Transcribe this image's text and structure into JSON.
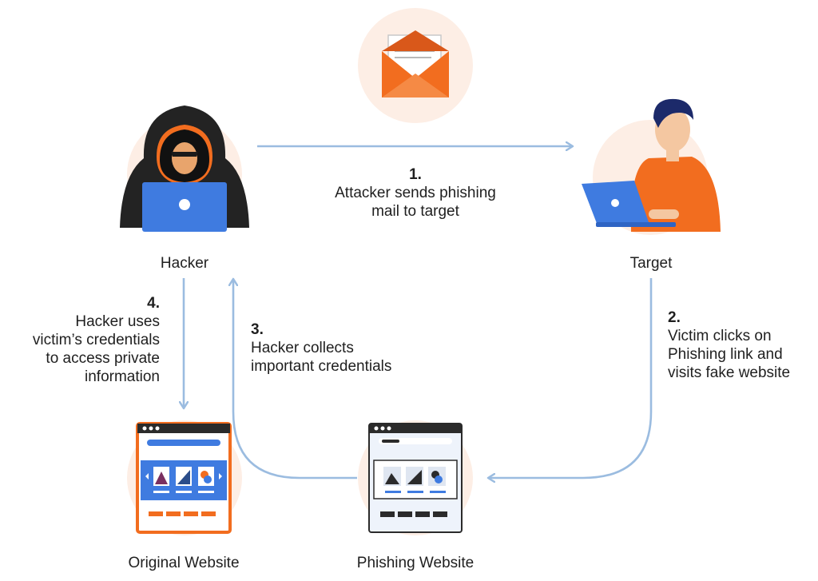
{
  "nodes": {
    "hacker": "Hacker",
    "target": "Target",
    "original": "Original Website",
    "phishing": "Phishing Website"
  },
  "steps": [
    {
      "num": "1.",
      "text": [
        "Attacker sends phishing",
        "mail to target"
      ]
    },
    {
      "num": "2.",
      "text": [
        "Victim clicks on",
        "Phishing link and",
        "visits fake website"
      ]
    },
    {
      "num": "3.",
      "text": [
        "Hacker collects",
        "important credentials"
      ]
    },
    {
      "num": "4.",
      "text": [
        "Hacker uses",
        "victim’s credentials",
        "to access private",
        "information"
      ]
    }
  ],
  "colors": {
    "arrow": "#9bbce0",
    "orange": "#f26d1f",
    "peach": "#fdeee5",
    "blue": "#3f7be0",
    "dark": "#2b2b2b"
  },
  "icons": [
    "mail-envelope-icon",
    "hacker-hood-icon",
    "target-person-icon",
    "original-website-icon",
    "phishing-website-icon"
  ]
}
